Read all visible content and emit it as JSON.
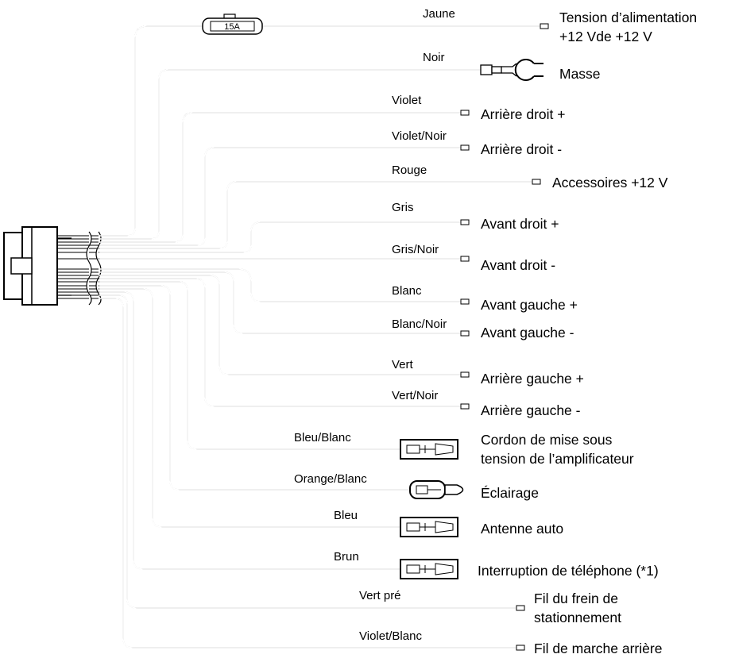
{
  "fuse": {
    "label": "15A"
  },
  "wires": [
    {
      "id": "jaune",
      "color": "Jaune",
      "function": [
        "Tension d’alimentation",
        "+12 Vde +12 V"
      ],
      "terminal": "fuse"
    },
    {
      "id": "noir",
      "color": "Noir",
      "function": [
        "Masse"
      ],
      "terminal": "ring-lug"
    },
    {
      "id": "violet",
      "color": "Violet",
      "function": [
        "Arrière droit +"
      ],
      "terminal": "bare"
    },
    {
      "id": "violet-noir",
      "color": "Violet/Noir",
      "function": [
        "Arrière droit -"
      ],
      "terminal": "bare"
    },
    {
      "id": "rouge",
      "color": "Rouge",
      "function": [
        "Accessoires +12 V"
      ],
      "terminal": "bare"
    },
    {
      "id": "gris",
      "color": "Gris",
      "function": [
        "Avant droit +"
      ],
      "terminal": "bare"
    },
    {
      "id": "gris-noir",
      "color": "Gris/Noir",
      "function": [
        "Avant droit -"
      ],
      "terminal": "bare"
    },
    {
      "id": "blanc",
      "color": "Blanc",
      "function": [
        "Avant gauche +"
      ],
      "terminal": "bare"
    },
    {
      "id": "blanc-noir",
      "color": "Blanc/Noir",
      "function": [
        "Avant gauche -"
      ],
      "terminal": "bare"
    },
    {
      "id": "vert",
      "color": "Vert",
      "function": [
        "Arrière gauche +"
      ],
      "terminal": "bare"
    },
    {
      "id": "vert-noir",
      "color": "Vert/Noir",
      "function": [
        "Arrière gauche -"
      ],
      "terminal": "bare"
    },
    {
      "id": "bleu-blanc",
      "color": "Bleu/Blanc",
      "function": [
        "Cordon de mise sous",
        "tension de l’amplificateur"
      ],
      "terminal": "female-connector"
    },
    {
      "id": "orange-blanc",
      "color": "Orange/Blanc",
      "function": [
        "Éclairage"
      ],
      "terminal": "male-connector"
    },
    {
      "id": "bleu",
      "color": "Bleu",
      "function": [
        "Antenne auto"
      ],
      "terminal": "female-connector"
    },
    {
      "id": "brun",
      "color": "Brun",
      "function": [
        "Interruption de téléphone (*1)"
      ],
      "terminal": "female-connector"
    },
    {
      "id": "vert-pre",
      "color": "Vert pré",
      "function": [
        "Fil du frein de",
        "stationnement"
      ],
      "terminal": "bare"
    },
    {
      "id": "violet-blanc",
      "color": "Violet/Blanc",
      "function": [
        "Fil de marche arrière"
      ],
      "terminal": "bare"
    }
  ]
}
